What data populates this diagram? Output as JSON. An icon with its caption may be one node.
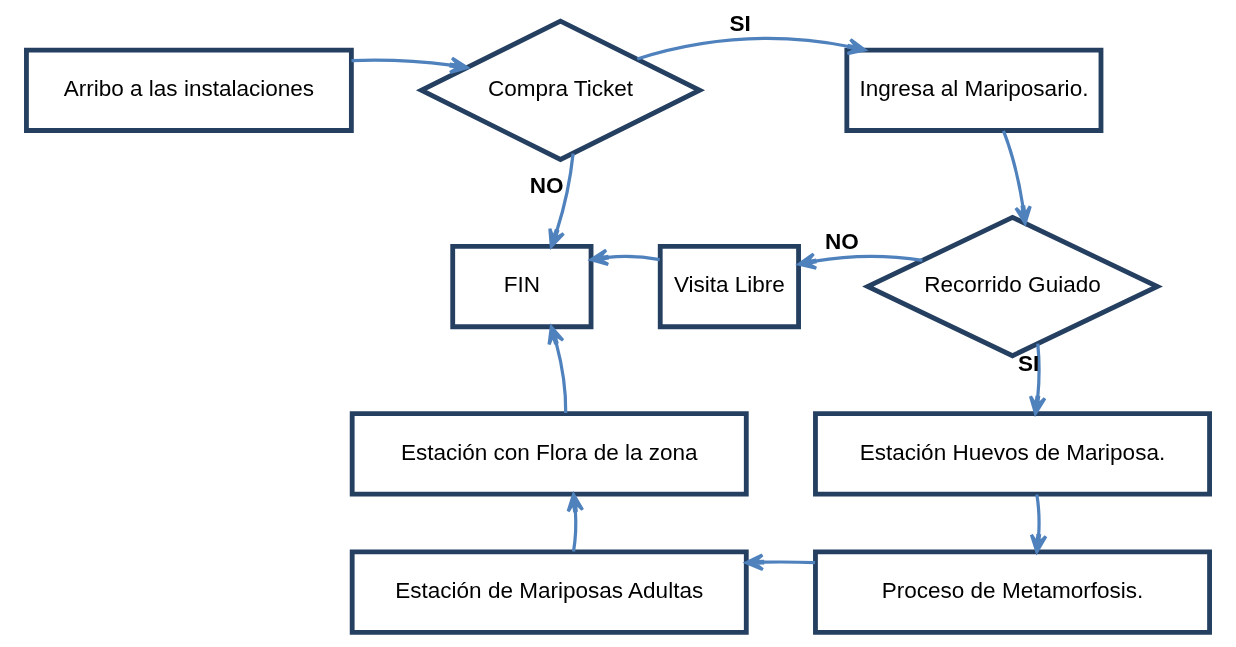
{
  "diagram": {
    "nodes": [
      {
        "text": [
          "Arribo a las instalaciones"
        ]
      },
      {
        "text": [
          "Compra Ticket"
        ]
      },
      {
        "text": [
          "Ingresa al Mariposario."
        ]
      },
      {
        "text": [
          "FIN"
        ]
      },
      {
        "text": [
          "Visita Libre"
        ]
      },
      {
        "text": [
          "Recorrido Guiado"
        ]
      },
      {
        "text": [
          "Estación con Flora de la zona"
        ]
      },
      {
        "text": [
          "Estación Huevos de Mariposa."
        ]
      },
      {
        "text": [
          "Estación de Mariposas Adultas"
        ]
      },
      {
        "text": [
          "Proceso de Metamorfosis."
        ]
      }
    ],
    "edges": [
      {
        "from": 0,
        "to": 1,
        "arrow": "to"
      },
      {
        "from": 1,
        "to": 2,
        "arrow": "to",
        "label": "SI"
      },
      {
        "from": 1,
        "to": 3,
        "arrow": "to",
        "label": "NO"
      },
      {
        "from": 2,
        "to": 5,
        "arrow": "to"
      },
      {
        "from": 5,
        "to": 4,
        "arrow": "to",
        "label": "NO"
      },
      {
        "from": 4,
        "to": 3,
        "arrow": "to"
      },
      {
        "from": 5,
        "to": 7,
        "arrow": "to",
        "label": "SI"
      },
      {
        "from": 7,
        "to": 9,
        "arrow": "to"
      },
      {
        "from": 9,
        "to": 8,
        "arrow": "to"
      },
      {
        "from": 8,
        "to": 6,
        "arrow": "to"
      },
      {
        "from": 6,
        "to": 3,
        "arrow": "to"
      }
    ]
  }
}
